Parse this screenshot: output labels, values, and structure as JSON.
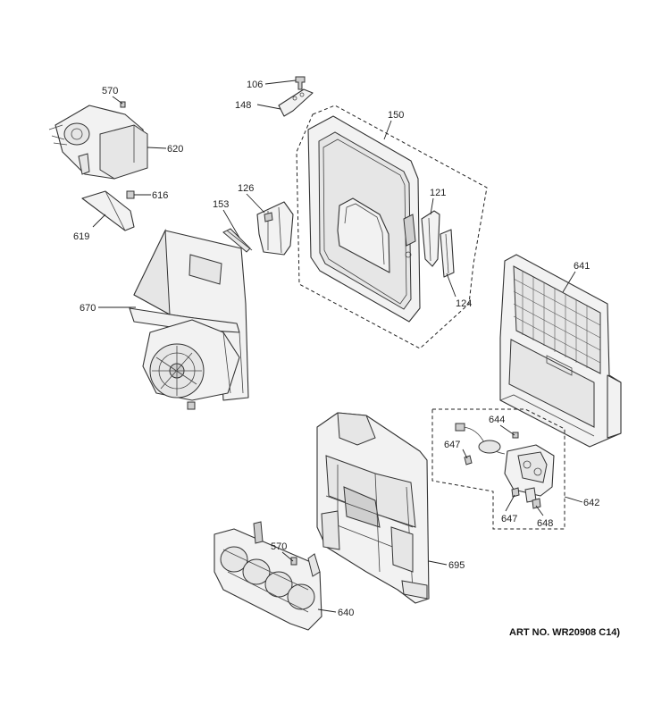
{
  "diagram": {
    "art_number": "ART NO. WR20908 C14)",
    "callouts": {
      "c106": "106",
      "c148": "148",
      "c150": "150",
      "c121": "121",
      "c124": "124",
      "c126": "126",
      "c153": "153",
      "c570_top": "570",
      "c620": "620",
      "c616": "616",
      "c619": "619",
      "c670": "670",
      "c641": "641",
      "c644": "644",
      "c647_top": "647",
      "c642": "642",
      "c647_bottom": "647",
      "c648": "648",
      "c695": "695",
      "c570_bottom": "570",
      "c640": "640"
    }
  }
}
